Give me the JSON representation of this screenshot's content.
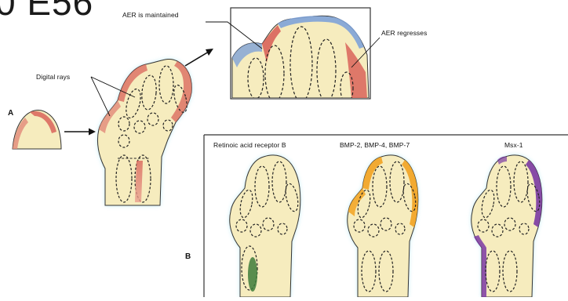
{
  "title_fragment": "0 E56",
  "panel_a": {
    "letter": "A",
    "digital_rays": "Digital rays",
    "aer_maintained": "AER is maintained",
    "aer_regresses": "AER regresses"
  },
  "panel_b": {
    "letter": "B",
    "label_1": "Retinoic acid receptor B",
    "label_2": "BMP-2, BMP-4, BMP-7",
    "label_3": "Msx-1"
  },
  "colors": {
    "limb_fill": "#f6ecbe",
    "aer_red": "#d9645a",
    "aer_blue": "#7fa3d8",
    "green_marker": "#3e7d3b",
    "orange_marker": "#f2a321",
    "purple_marker": "#7b3aa3",
    "glow_cyan": "#b4e6f2"
  }
}
